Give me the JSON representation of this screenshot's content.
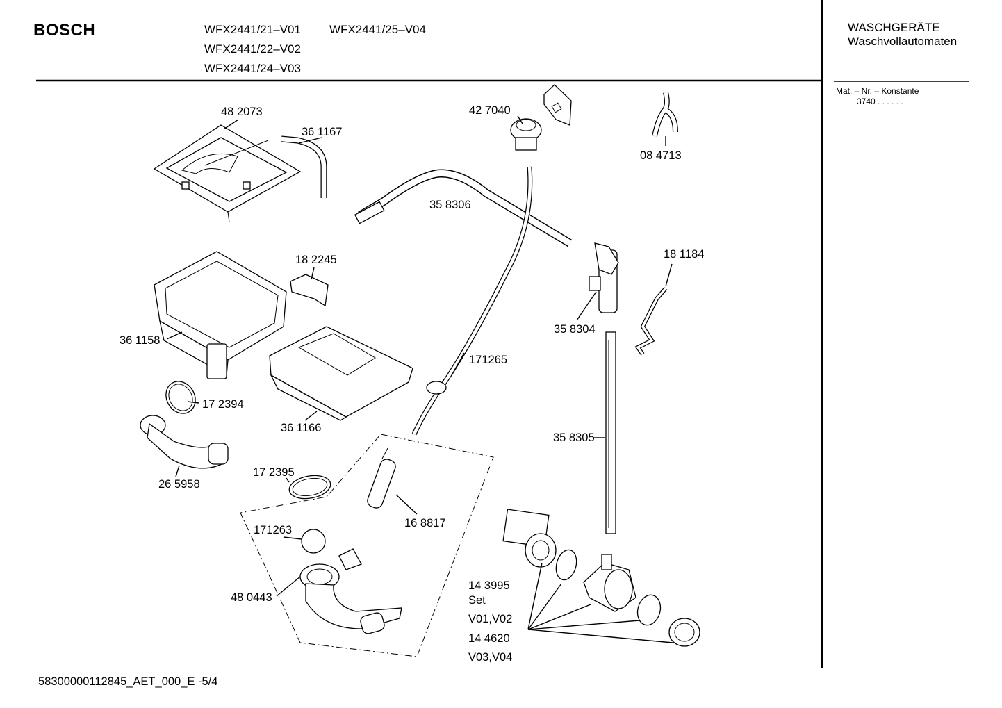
{
  "header": {
    "brand": "BOSCH",
    "models": [
      "WFX2441/21–V01",
      "WFX2441/25–V04",
      "WFX2441/22–V02",
      "WFX2441/24–V03"
    ],
    "category": "WASCHGERÄTE",
    "subcategory": "Waschvollautomaten"
  },
  "side": {
    "mat_label": "Mat. – Nr. – Konstante",
    "mat_value": "3740 . . . . . ."
  },
  "parts": [
    "48 2073",
    "36 1167",
    "42 7040",
    "08 4713",
    "35 8306",
    "18 2245",
    "18 1184",
    "36 1158",
    "35 8304",
    "171265",
    "17 2394",
    "36 1166",
    "35 8305",
    "17 2395",
    "26 5958",
    "16 8817",
    "171263",
    "48 0443",
    "14 3995",
    "Set",
    "V01,V02",
    "14 4620",
    "V03,V04"
  ],
  "footer": {
    "doc_id": "58300000112845_AET_000_E  -5/4"
  }
}
